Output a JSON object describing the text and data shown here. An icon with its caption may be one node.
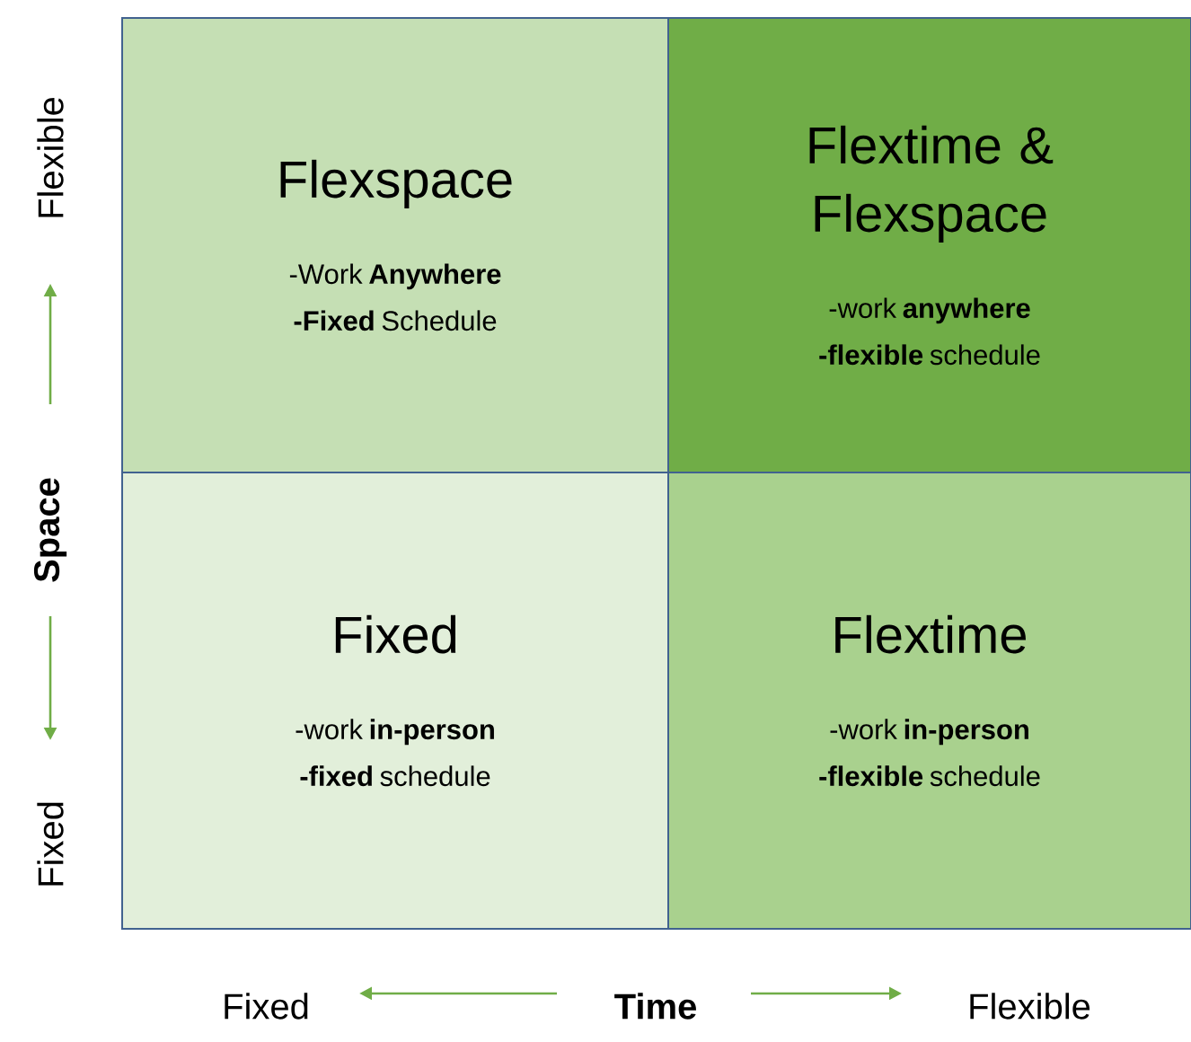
{
  "diagram": {
    "nodes": [
      {
        "text": [
          "Flexspace",
          "-Work **Anywhere**",
          "**-Fixed** Schedule"
        ]
      },
      {
        "text": [
          "Flextime & Flexspace",
          "-work **anywhere**",
          "**-flexible** schedule"
        ]
      },
      {
        "text": [
          "Fixed",
          "-work **in-person**",
          "**-fixed** schedule"
        ]
      },
      {
        "text": [
          "Flextime",
          "-work **in-person**",
          "**-flexible** schedule"
        ]
      }
    ],
    "labels": [
      "Flexible",
      "Space",
      "Fixed",
      "Fixed",
      "Time",
      "Flexible"
    ]
  }
}
